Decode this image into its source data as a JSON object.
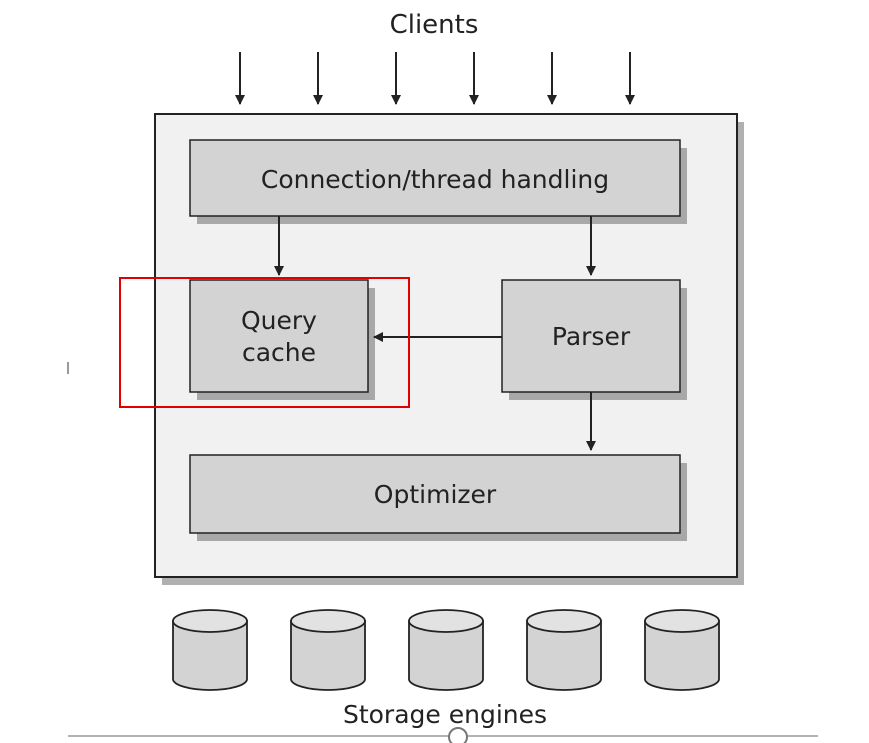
{
  "diagram": {
    "clients_label": "Clients",
    "client_arrow_count": 6,
    "server": {
      "connection_label": "Connection/thread handling",
      "query_cache_lines": [
        "Query",
        "cache"
      ],
      "parser_label": "Parser",
      "optimizer_label": "Optimizer"
    },
    "storage_engine_count": 5,
    "storage_label": "Storage engines",
    "highlight": {
      "target": "query-cache",
      "color": "#e00000"
    }
  },
  "colors": {
    "outer_box_fill": "#f1f1f1",
    "box_fill": "#d3d3d3",
    "shadow": "#a8a8a8",
    "stroke": "#222222"
  }
}
